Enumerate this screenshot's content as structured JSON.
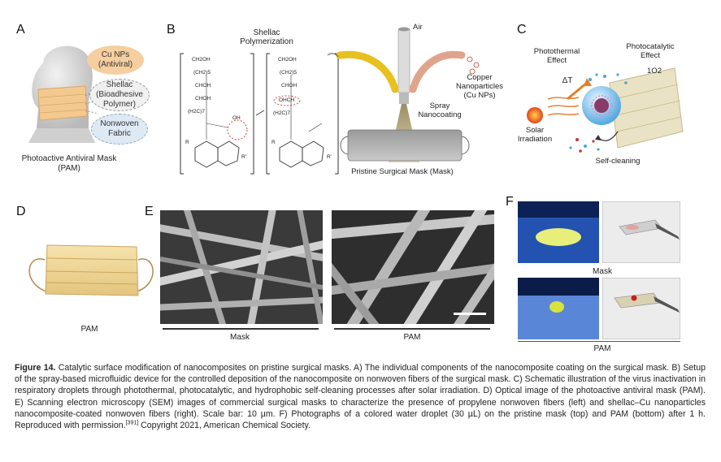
{
  "panels": {
    "A": {
      "letter": "A",
      "bubbles": [
        "Cu NPs (Antiviral)",
        "Shellac (Bioadhesive Polymer)",
        "Nonwoven Fabric"
      ],
      "caption": "Photoactive Antiviral Mask (PAM)"
    },
    "B": {
      "letter": "B",
      "shellac_label": "Shellac Polymerization",
      "air_label": "Air",
      "copper_label": "Copper Nanoparticles (Cu NPs)",
      "spray_label": "Spray Nanocoating",
      "mask_label": "Pristine Surgical Mask (Mask)",
      "chem": {
        "ch2oh": "CH2OH",
        "ch2_5": "(CH2)5",
        "chohoh": "CHOH",
        "chohoh2": "CHOH",
        "ch2_7": "(H2C)7",
        "oh": "OH",
        "ohch": "OHCH",
        "r": "R",
        "rprime": "R'"
      }
    },
    "C": {
      "letter": "C",
      "photothermal": "Photothermal Effect",
      "photocatalytic": "Photocatalytic Effect",
      "singlet": "1O2",
      "delta_t": "ΔT",
      "solar": "Solar Irradiation",
      "self_cleaning": "Self-cleaning"
    },
    "D": {
      "letter": "D",
      "caption": "PAM"
    },
    "E": {
      "letter": "E",
      "left_label": "Mask",
      "right_label": "PAM"
    },
    "F": {
      "letter": "F",
      "top_label": "Mask",
      "bottom_label": "PAM"
    }
  },
  "caption": {
    "figure_label": "Figure 14.",
    "text": "Catalytic surface modification of nanocomposites on pristine surgical masks. A) The individual components of the nanocomposite coating on the surgical mask. B) Setup of the spray-based microfluidic device for the controlled deposition of the nanocomposite on nonwoven fibers of the surgical mask. C) Schematic illustration of the virus inactivation in respiratory droplets through photothermal, photocatalytic, and hydrophobic self-cleaning processes after solar irradiation. D) Optical image of the photoactive antiviral mask (PAM). E) Scanning electron microscopy (SEM) images of commercial surgical masks to characterize the presence of propylene nonwoven fibers (left) and shellac–Cu nanoparticles nanocomposite-coated nonwoven fibers (right). Scale bar: 10 µm. F) Photographs of a colored water droplet (30 µL) on the pristine mask (top) and PAM (bottom) after 1 h. Reproduced with permission.",
    "ref": "[391]",
    "copyright": " Copyright 2021, American Chemical Society."
  }
}
